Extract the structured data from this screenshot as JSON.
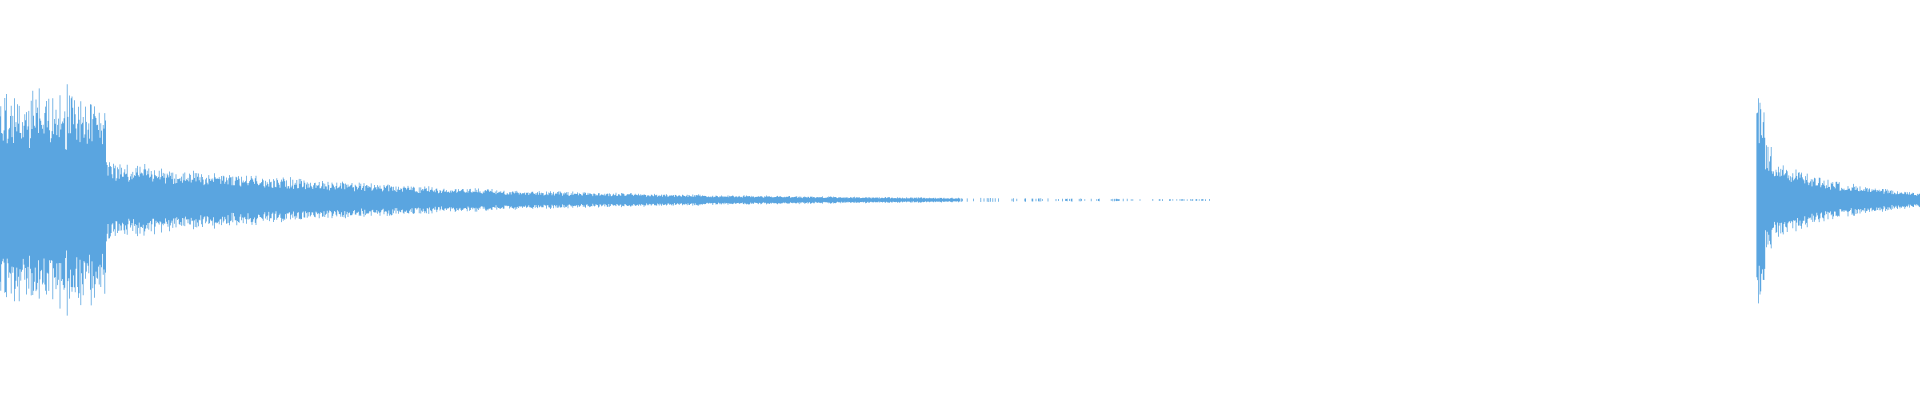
{
  "waveform": {
    "color": "#5aa5e0",
    "background": "#ffffff",
    "clips": [
      {
        "name": "",
        "start": 0.0,
        "end": 0.63,
        "peak": 0.74,
        "attack_until": 0.055,
        "sustain_level": 0.26,
        "decay_rate": 6.5,
        "sparse_after": 0.5
      },
      {
        "name": "",
        "start": 0.915,
        "end": 1.0,
        "peak": 0.76,
        "attack_until": 0.004,
        "sustain_level": 0.28,
        "decay_rate": 22,
        "sparse_after": 1.0
      }
    ]
  }
}
